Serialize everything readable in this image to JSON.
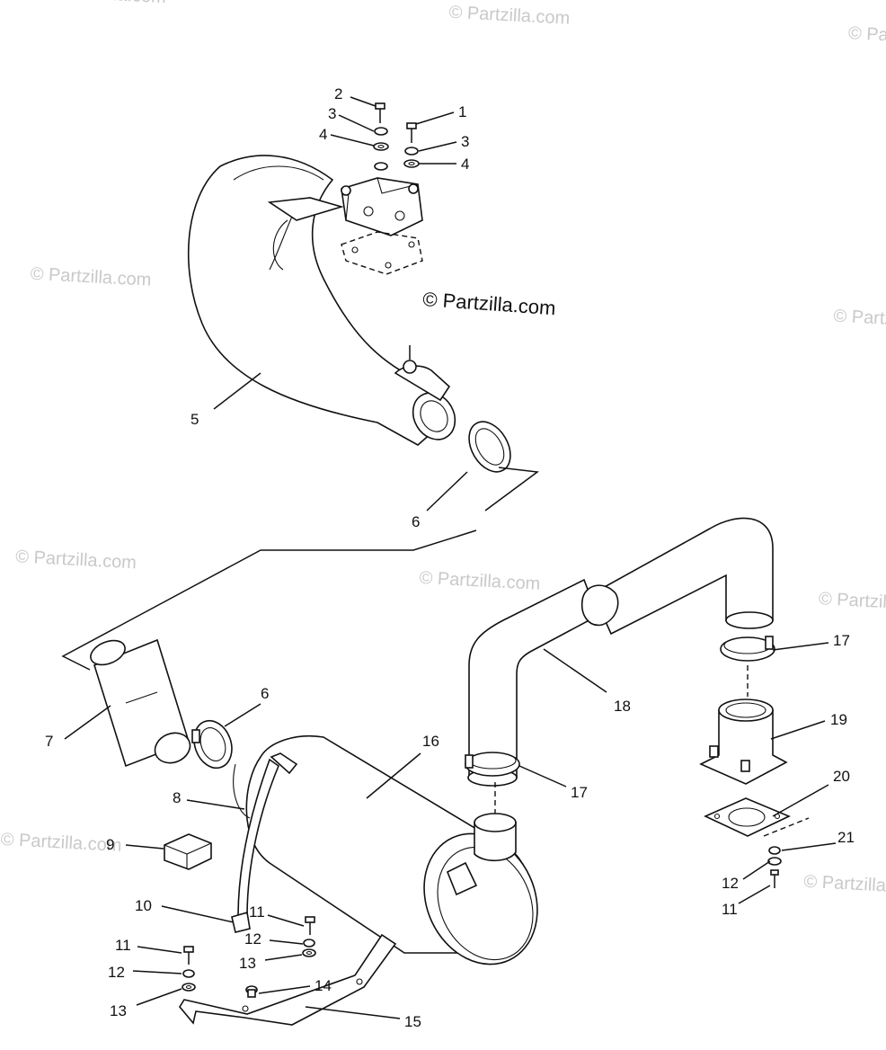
{
  "watermark": "© Partzilla.com",
  "copyright": "© Partzilla.com",
  "callouts": {
    "c2": "2",
    "c3a": "3",
    "c4a": "4",
    "c1": "1",
    "c3b": "3",
    "c4b": "4",
    "c5": "5",
    "c6a": "6",
    "c6b": "6",
    "c7": "7",
    "c8": "8",
    "c9": "9",
    "c10": "10",
    "c11a": "11",
    "c12a": "12",
    "c13a": "13",
    "c11b": "11",
    "c12b": "12",
    "c13b": "13",
    "c14": "14",
    "c15": "15",
    "c16": "16",
    "c17a": "17",
    "c17b": "17",
    "c18": "18",
    "c19": "19",
    "c20": "20",
    "c21": "21",
    "c12c": "12",
    "c11c": "11"
  }
}
